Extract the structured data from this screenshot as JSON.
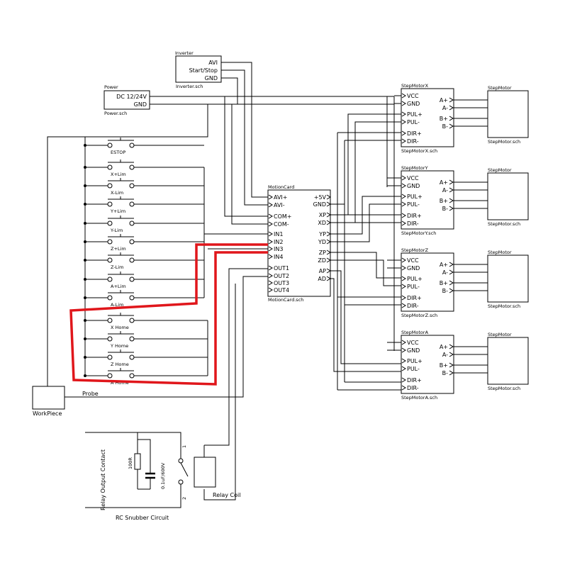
{
  "inverter": {
    "title": "Inverter",
    "file": "Inverter.sch",
    "pins": [
      "AVI",
      "Start/Stop",
      "GND"
    ]
  },
  "power": {
    "title": "Power",
    "file": "Power.sch",
    "pins": [
      "DC 12/24V",
      "GND"
    ]
  },
  "motion_card": {
    "title": "MotionCard",
    "file": "MotionCard.sch",
    "left_pins": [
      "AVI+",
      "AVI-",
      "COM+",
      "COM-",
      "IN1",
      "IN2",
      "IN3",
      "IN4",
      "OUT1",
      "OUT2",
      "OUT3",
      "OUT4"
    ],
    "right_pins": [
      "+5V",
      "GND",
      "XP",
      "XD",
      "YP",
      "YD",
      "ZP",
      "ZD",
      "AP",
      "AD"
    ]
  },
  "drivers": [
    {
      "title": "StepMotorX",
      "file": "StepMotorX.sch"
    },
    {
      "title": "StepMotorY",
      "file": "StepMotorY.sch"
    },
    {
      "title": "StepMotorZ",
      "file": "StepMotorZ.sch"
    },
    {
      "title": "StepMotorA",
      "file": "StepMotorA.sch"
    }
  ],
  "driver_left_pins": [
    "VCC",
    "GND",
    "PUL+",
    "PUL-",
    "DIR+",
    "DIR-"
  ],
  "driver_right_pins": [
    "A+",
    "A-",
    "B+",
    "B-"
  ],
  "motor": {
    "title": "StepMotor",
    "file": "StepMotor.sch"
  },
  "switches": [
    "ESTOP",
    "X+Lim",
    "X-Lim",
    "Y+Lim",
    "Y-Lim",
    "Z+Lim",
    "Z-Lim",
    "A+Lim",
    "A-Lim",
    "X Home",
    "Y Home",
    "Z Home",
    "A Home"
  ],
  "workpiece": "WorkPiece",
  "probe": "Probe",
  "snubber": {
    "resistor": "100R",
    "capacitor": "0.1uF/600V",
    "contact_label": "Relay Output Contact",
    "title": "RC Snubber Circuit",
    "pin1": "1",
    "pin2": "2"
  },
  "relay_coil": "Relay Coil",
  "colors": {
    "line": "#000000",
    "highlight": "#e0161b"
  }
}
